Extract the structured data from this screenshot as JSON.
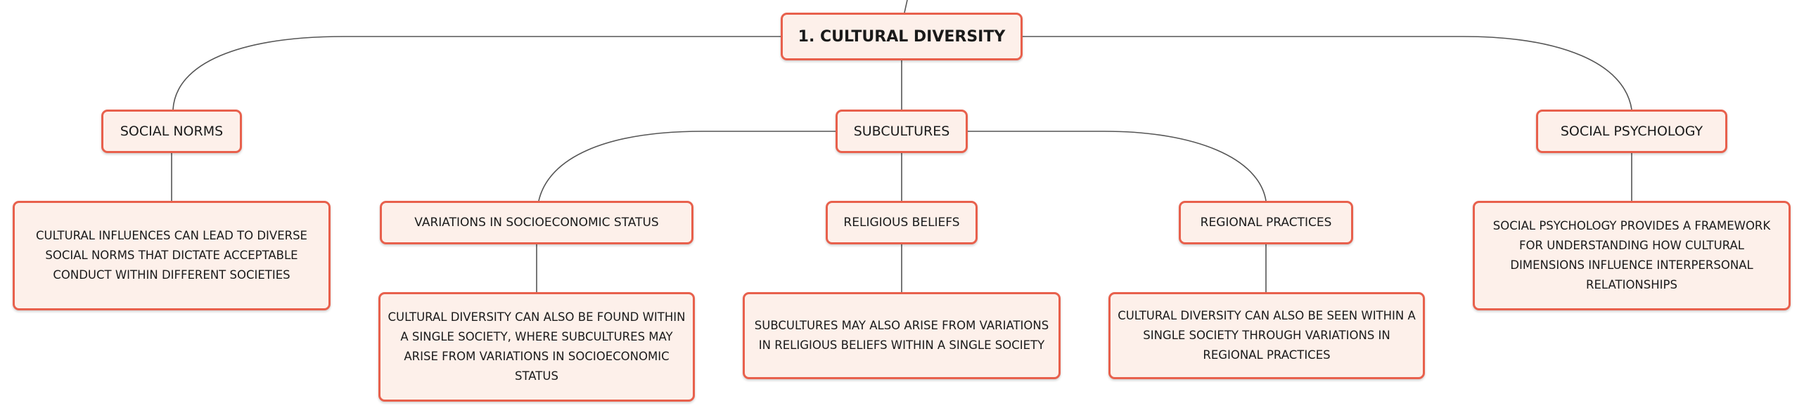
{
  "diagram": {
    "root": {
      "label": "1. CULTURAL DIVERSITY"
    },
    "branches": [
      {
        "label": "SOCIAL NORMS",
        "detail": "CULTURAL INFLUENCES CAN LEAD TO DIVERSE SOCIAL NORMS THAT DICTATE ACCEPTABLE CONDUCT WITHIN DIFFERENT SOCIETIES"
      },
      {
        "label": "SUBCULTURES",
        "children": [
          {
            "label": "VARIATIONS IN SOCIOECONOMIC STATUS",
            "detail": "CULTURAL DIVERSITY CAN ALSO BE FOUND WITHIN A SINGLE SOCIETY, WHERE SUBCULTURES MAY ARISE FROM VARIATIONS IN SOCIOECONOMIC STATUS"
          },
          {
            "label": "RELIGIOUS BELIEFS",
            "detail": "SUBCULTURES MAY ALSO ARISE FROM VARIATIONS IN RELIGIOUS BELIEFS WITHIN A SINGLE SOCIETY"
          },
          {
            "label": "REGIONAL PRACTICES",
            "detail": "CULTURAL DIVERSITY CAN ALSO BE SEEN WITHIN A SINGLE SOCIETY THROUGH VARIATIONS IN REGIONAL PRACTICES"
          }
        ]
      },
      {
        "label": "SOCIAL PSYCHOLOGY",
        "detail": "SOCIAL PSYCHOLOGY PROVIDES A FRAMEWORK FOR UNDERSTANDING HOW CULTURAL DIMENSIONS INFLUENCE INTERPERSONAL RELATIONSHIPS"
      }
    ]
  },
  "colors": {
    "node_border": "#e8604c",
    "node_fill": "#fdf0ea",
    "connector": "#555555",
    "text": "#1a1a1a"
  }
}
